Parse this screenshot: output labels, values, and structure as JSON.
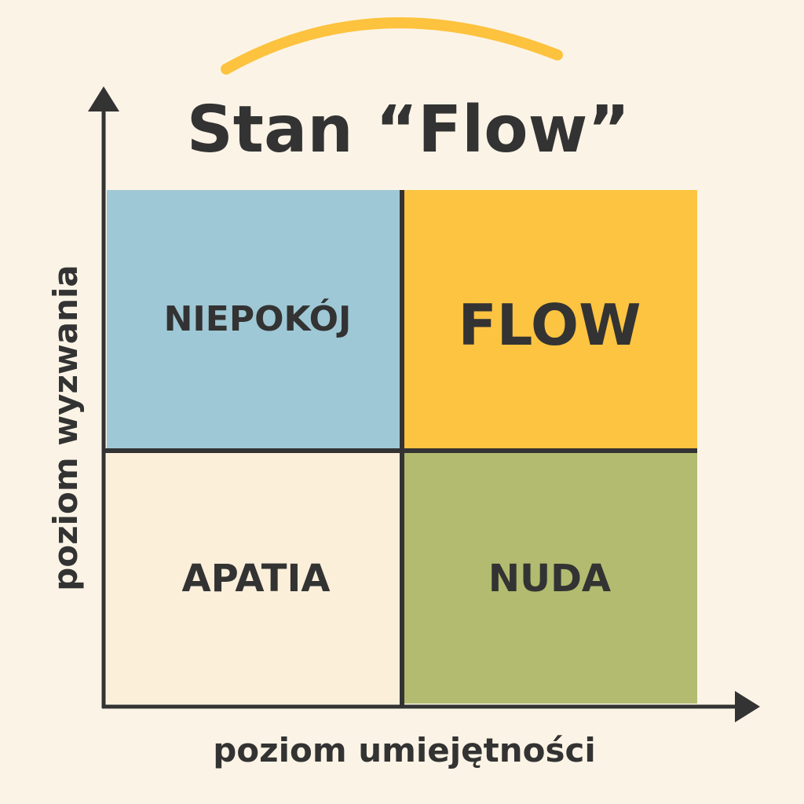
{
  "title": "Stan “Flow”",
  "y_axis_label": "poziom wyzwania",
  "x_axis_label": "poziom umiejętności",
  "quadrants": {
    "top_left": {
      "label": "NIEPOKÓJ",
      "color": "#9fc8d6"
    },
    "top_right": {
      "label": "FLOW",
      "color": "#fdc441"
    },
    "bottom_left": {
      "label": "APATIA",
      "color": "#fbefda"
    },
    "bottom_right": {
      "label": "NUDA",
      "color": "#b2bb6f"
    }
  },
  "accent_color": "#fdc23e"
}
